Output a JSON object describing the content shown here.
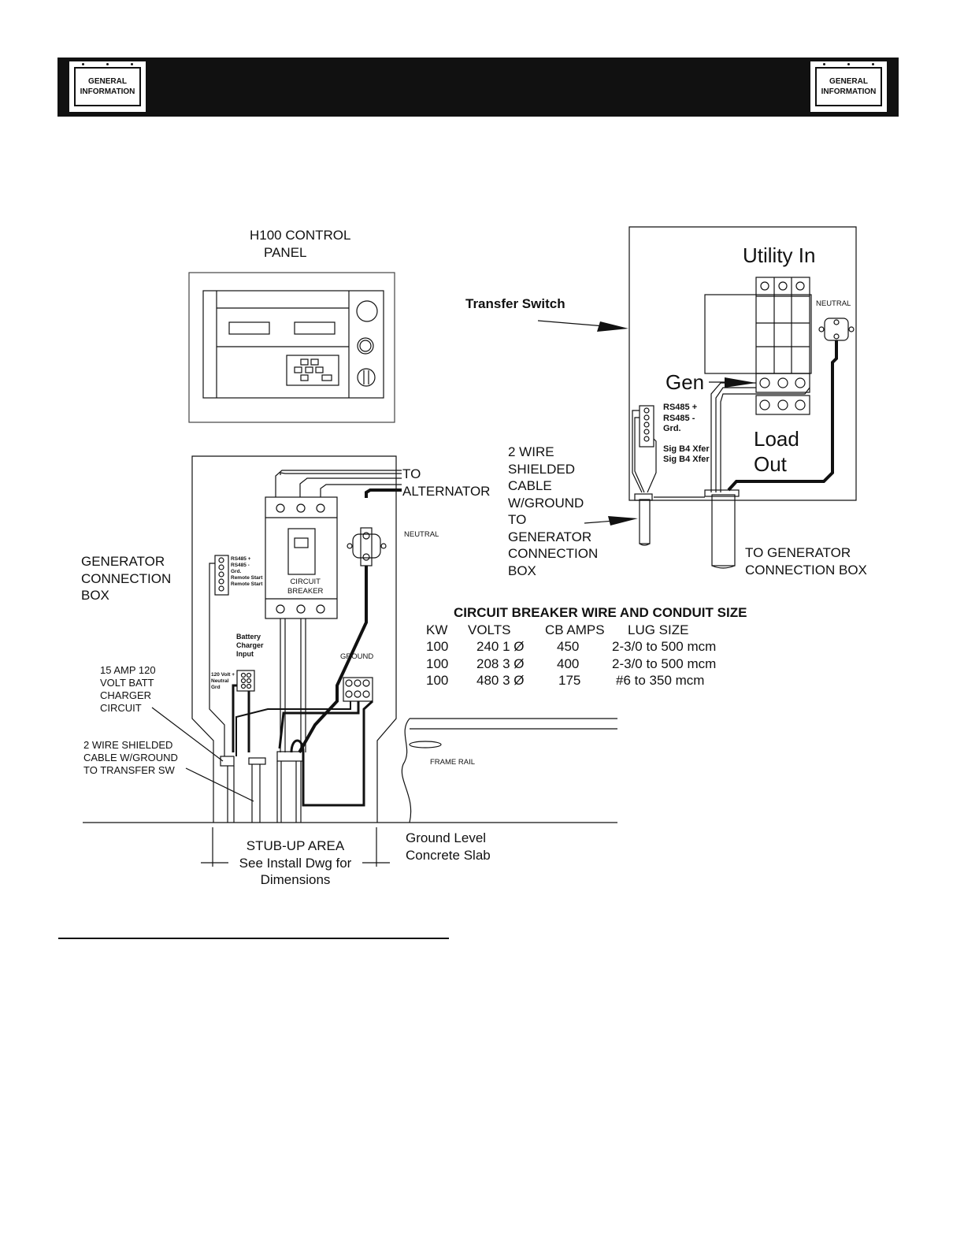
{
  "header": {
    "badge_left": {
      "line1": "GENERAL",
      "line2": "INFORMATION"
    },
    "badge_right": {
      "line1": "GENERAL",
      "line2": "INFORMATION"
    }
  },
  "control_panel": {
    "title_line1": "H100   CONTROL",
    "title_line2": "PANEL"
  },
  "transfer_switch": {
    "label": "Transfer Switch",
    "utility_in": "Utility In",
    "neutral": "NEUTRAL",
    "gen": "Gen",
    "load_line1": "Load",
    "load_line2": "Out",
    "terminals": [
      "RS485 +",
      "RS485 -",
      "Grd.",
      "Sig B4 Xfer",
      "Sig B4 Xfer"
    ],
    "two_wire_cable": "2 WIRE\nSHIELDED\nCABLE\nW/GROUND\nTO\nGENERATOR\nCONNECTION\nBOX",
    "to_gen_box": "TO GENERATOR\nCONNECTION BOX"
  },
  "gen_box": {
    "label": "GENERATOR\nCONNECTION\nBOX",
    "to_alternator": "TO\nALTERNATOR",
    "neutral": "NEUTRAL",
    "circuit_breaker": "CIRCUIT\nBREAKER",
    "terminals": [
      "RS485 +",
      "RS485 -",
      "Grd.",
      "Remote Start",
      "Remote Start"
    ],
    "battery_charger": "Battery\nCharger\nInput",
    "charger_terms": "120 Volt +\nNeutral\nGrd",
    "ground": "GROUND",
    "batt_circuit": "15 AMP 120\nVOLT BATT\nCHARGER\nCIRCUIT",
    "shielded_cable": "2 WIRE SHIELDED\nCABLE W/GROUND\nTO TRANSFER SW",
    "frame_rail": "FRAME RAIL",
    "stub_up": "STUB-UP AREA\nSee Install Dwg for\nDimensions",
    "ground_level": "Ground Level\nConcrete Slab"
  },
  "table": {
    "title": "CIRCUIT BREAKER WIRE AND CONDUIT SIZE",
    "headers": [
      "KW",
      "VOLTS",
      "CB AMPS",
      "LUG SIZE"
    ],
    "rows": [
      [
        "100",
        "240 1 Ø",
        "450",
        "2-3/0 to 500 mcm"
      ],
      [
        "100",
        "208 3 Ø",
        "400",
        "2-3/0 to 500 mcm"
      ],
      [
        "100",
        "480 3 Ø",
        "175",
        "#6 to 350 mcm"
      ]
    ]
  }
}
